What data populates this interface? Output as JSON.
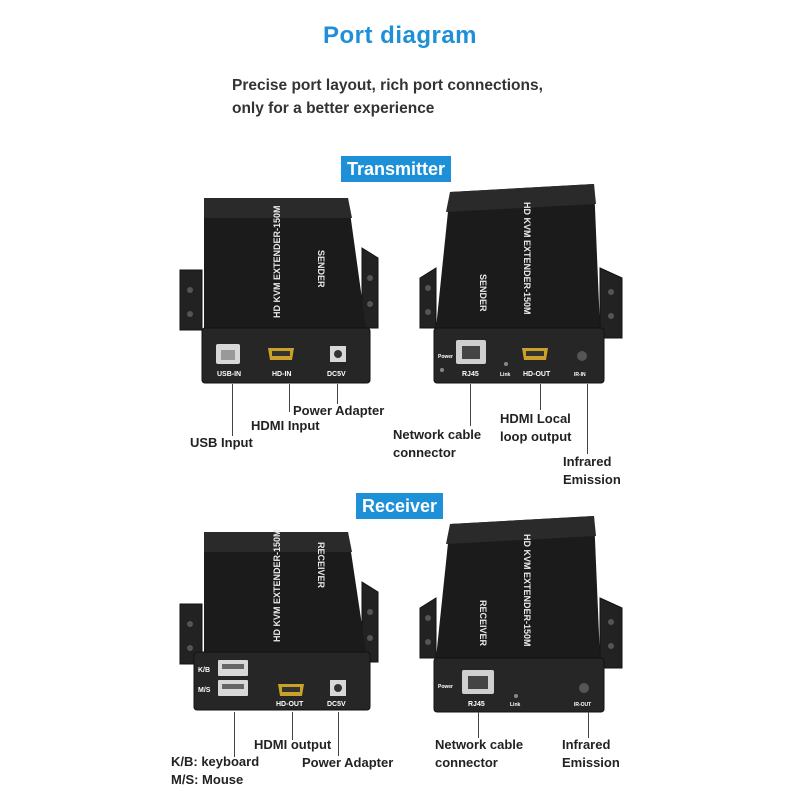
{
  "header": {
    "title": "Port diagram",
    "subtitle_line1": "Precise port layout, rich port connections,",
    "subtitle_line2": "only for a better experience"
  },
  "sections": {
    "transmitter": "Transmitter",
    "receiver": "Receiver"
  },
  "case_text": {
    "model": "HD KVM EXTENDER-150M",
    "sender": "SENDER",
    "receiver": "RECEIVER"
  },
  "transmitter_front": {
    "ports": {
      "usb_in": "USB-IN",
      "hd_in": "HD-IN",
      "dc5v": "DC5V"
    },
    "annotations": {
      "usb_input": "USB Input",
      "hdmi_input": "HDMI Input",
      "power_adapter": "Power Adapter"
    }
  },
  "transmitter_back": {
    "ports": {
      "power": "Power",
      "rj45": "RJ45",
      "link": "Link",
      "hd_out": "HD-OUT",
      "ir_in": "IR-IN"
    },
    "annotations": {
      "network_line1": "Network cable",
      "network_line2": "connector",
      "hdmi_local_line1": "HDMI Local",
      "hdmi_local_line2": "loop output",
      "infrared_line1": "Infrared",
      "infrared_line2": "Emission"
    }
  },
  "receiver_front": {
    "ports": {
      "kb": "K/B",
      "ms": "M/S",
      "hd_out": "HD-OUT",
      "dc5v": "DC5V"
    },
    "annotations": {
      "kb_keyboard": "K/B: keyboard",
      "ms_mouse": "M/S:  Mouse",
      "hdmi_output": "HDMI output",
      "power_adapter": "Power Adapter"
    }
  },
  "receiver_back": {
    "ports": {
      "power": "Power",
      "rj45": "RJ45",
      "link": "Link",
      "ir_out": "IR-OUT"
    },
    "annotations": {
      "network_line1": "Network cable",
      "network_line2": "connector",
      "infrared_line1": "Infrared",
      "infrared_line2": "Emission"
    }
  },
  "colors": {
    "accent": "#1e90d8",
    "case": "#1b1b1b",
    "case_face": "#262626",
    "text": "#222222"
  }
}
